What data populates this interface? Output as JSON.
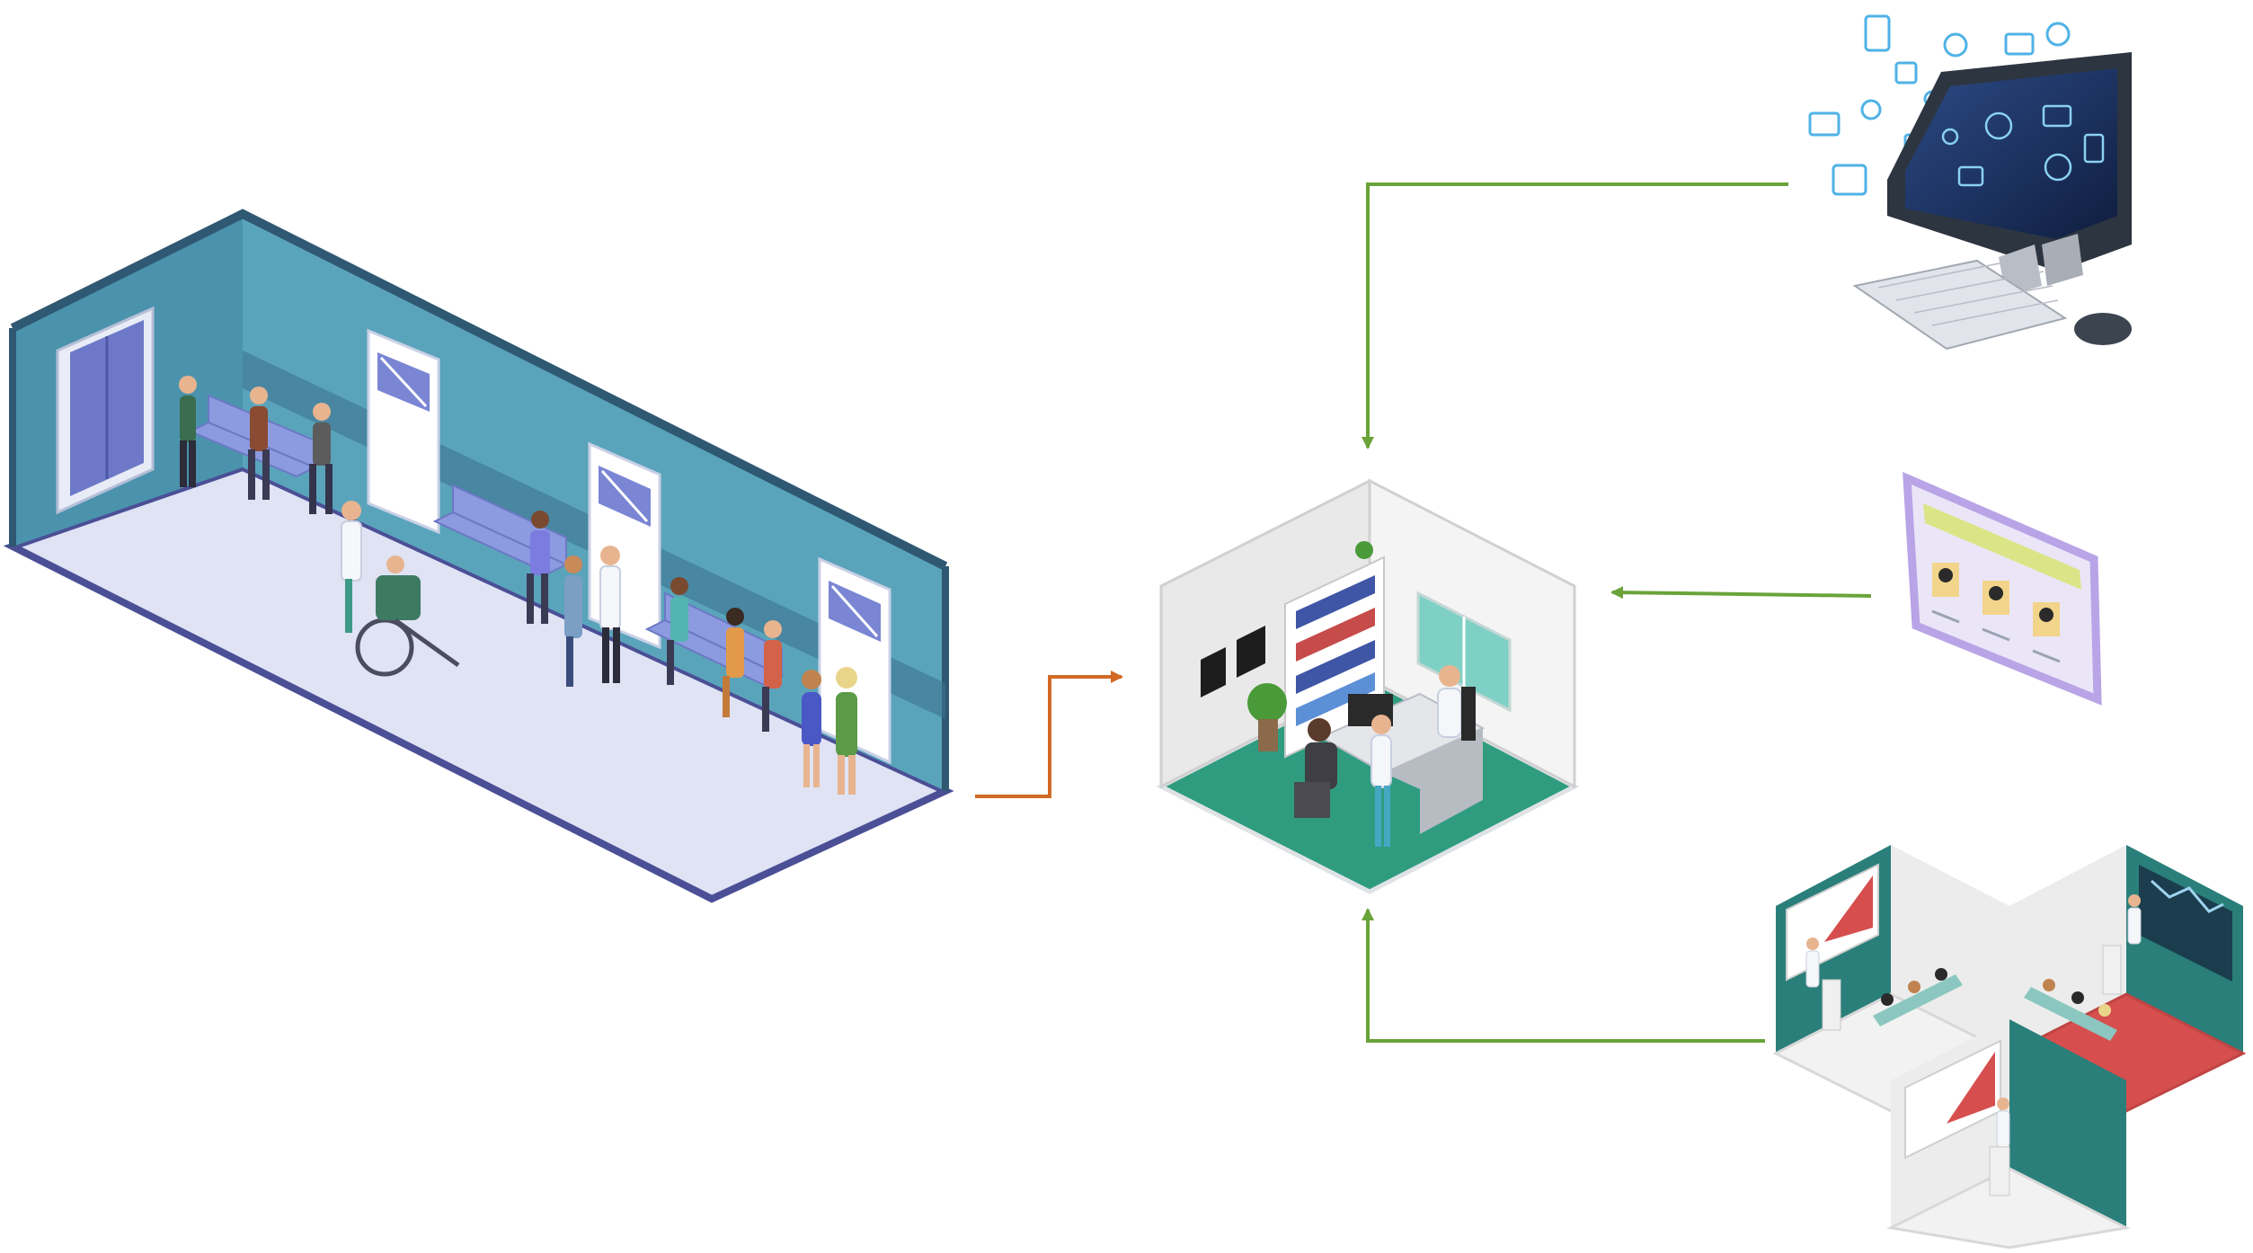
{
  "colors": {
    "background": "#ffffff",
    "arrow_main": "#d26a26",
    "arrow_feed": "#6aa339",
    "corridor_wall": "#5aa0b6",
    "corridor_wall_dark": "#2f5872",
    "corridor_floor": "#dfe3f4",
    "corridor_floor_edge": "#4a4f96",
    "seat_color": "#8c9ae0",
    "office_floor": "#2f9c80",
    "office_wall": "#ececec",
    "monitor_screen": "#223a6c",
    "tablet_frame": "#b8a4e6",
    "lecture_teal": "#2a7f7a",
    "lecture_red": "#d64e4e"
  },
  "nodes": [
    {
      "id": "hospital-waiting-corridor",
      "icon": "waiting-room-icon"
    },
    {
      "id": "doctor-consultation-room",
      "icon": "doctor-office-icon"
    },
    {
      "id": "desktop-computer-with-app-icons",
      "icon": "computer-icon"
    },
    {
      "id": "tablet-with-doctor-profiles",
      "icon": "tablet-icon"
    },
    {
      "id": "medical-lecture-rooms",
      "icon": "lecture-hall-icon"
    }
  ],
  "connections": [
    {
      "from": "hospital-waiting-corridor",
      "to": "doctor-consultation-room",
      "color": "#d26a26"
    },
    {
      "from": "desktop-computer-with-app-icons",
      "to": "doctor-consultation-room",
      "color": "#6aa339"
    },
    {
      "from": "tablet-with-doctor-profiles",
      "to": "doctor-consultation-room",
      "color": "#6aa339"
    },
    {
      "from": "medical-lecture-rooms",
      "to": "doctor-consultation-room",
      "color": "#6aa339"
    }
  ]
}
